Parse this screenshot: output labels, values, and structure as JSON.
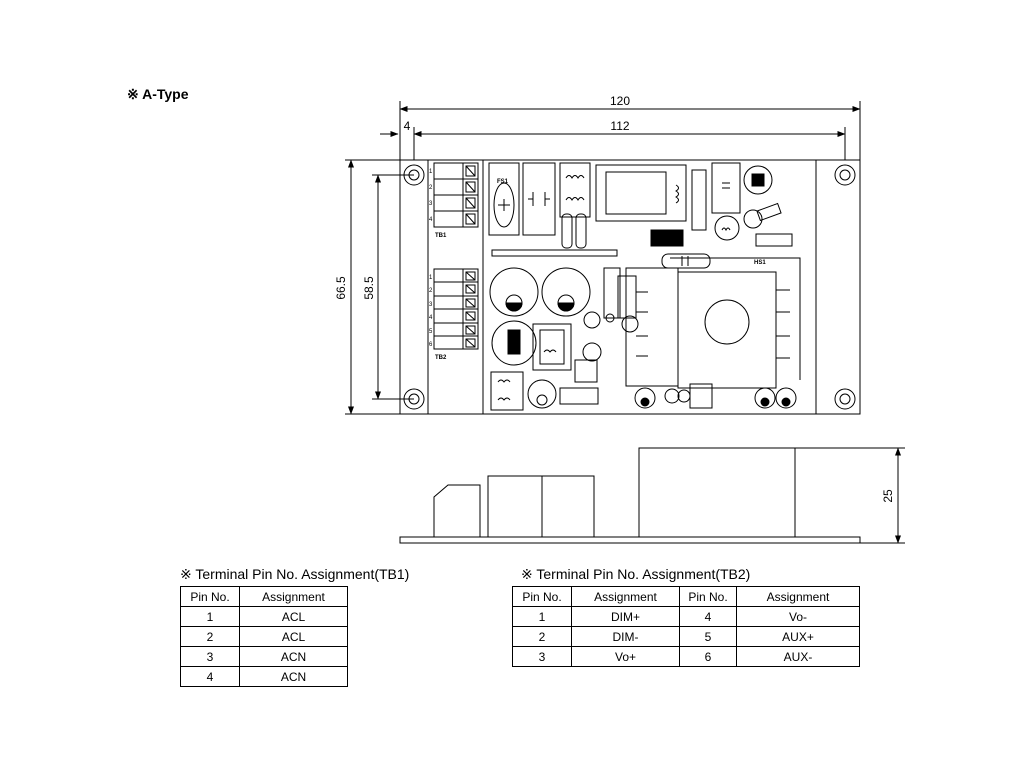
{
  "title": "※ A-Type",
  "dimensions": {
    "overall_width": "120",
    "hole_spacing_x": "112",
    "hole_offset": "4",
    "overall_height": "66.5",
    "hole_spacing_y": "58.5",
    "component_height": "25"
  },
  "board_labels": {
    "tb1": "TB1",
    "tb2": "TB2",
    "fs1": "FS1",
    "hs1": "HS1",
    "tb1_pins": [
      "1",
      "2",
      "3",
      "4"
    ],
    "tb2_pins": [
      "1",
      "2",
      "3",
      "4",
      "5",
      "6"
    ]
  },
  "tb1_table": {
    "title": "※ Terminal Pin No. Assignment(TB1)",
    "headers": [
      "Pin No.",
      "Assignment"
    ],
    "rows": [
      {
        "pin": "1",
        "assignment": "ACL"
      },
      {
        "pin": "2",
        "assignment": "ACL"
      },
      {
        "pin": "3",
        "assignment": "ACN"
      },
      {
        "pin": "4",
        "assignment": "ACN"
      }
    ]
  },
  "tb2_table": {
    "title": "※ Terminal Pin No. Assignment(TB2)",
    "headers": [
      "Pin No.",
      "Assignment",
      "Pin No.",
      "Assignment"
    ],
    "rows": [
      {
        "pin_a": "1",
        "assign_a": "DIM+",
        "pin_b": "4",
        "assign_b": "Vo-"
      },
      {
        "pin_a": "2",
        "assign_a": "DIM-",
        "pin_b": "5",
        "assign_b": "AUX+"
      },
      {
        "pin_a": "3",
        "assign_a": "Vo+",
        "pin_b": "6",
        "assign_b": "AUX-"
      }
    ]
  }
}
